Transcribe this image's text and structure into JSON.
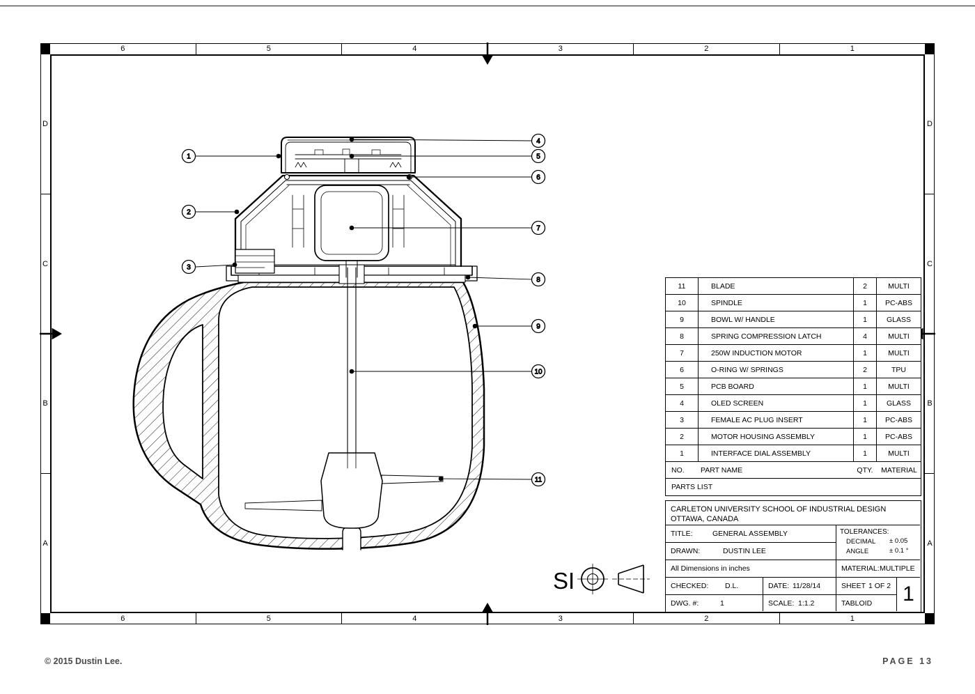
{
  "page": {
    "copyright": "© 2015 Dustin Lee.",
    "page_number": "PAGE 13"
  },
  "zones": {
    "columns": [
      "6",
      "5",
      "4",
      "3",
      "2",
      "1"
    ],
    "rows": [
      "D",
      "C",
      "B",
      "A"
    ]
  },
  "callouts": [
    "1",
    "2",
    "3",
    "4",
    "5",
    "6",
    "7",
    "8",
    "9",
    "10",
    "11"
  ],
  "parts_list": {
    "label": "PARTS LIST",
    "headers": {
      "no": "NO.",
      "name": "PART NAME",
      "qty": "QTY.",
      "material": "MATERIAL"
    },
    "rows": [
      {
        "no": "11",
        "name": "BLADE",
        "qty": "2",
        "material": "MULTI"
      },
      {
        "no": "10",
        "name": "SPINDLE",
        "qty": "1",
        "material": "PC-ABS"
      },
      {
        "no": "9",
        "name": "BOWL W/ HANDLE",
        "qty": "1",
        "material": "GLASS"
      },
      {
        "no": "8",
        "name": "SPRING COMPRESSION LATCH",
        "qty": "4",
        "material": "MULTI"
      },
      {
        "no": "7",
        "name": "250W INDUCTION MOTOR",
        "qty": "1",
        "material": "MULTI"
      },
      {
        "no": "6",
        "name": "O-RING W/ SPRINGS",
        "qty": "2",
        "material": "TPU"
      },
      {
        "no": "5",
        "name": "PCB BOARD",
        "qty": "1",
        "material": "MULTI"
      },
      {
        "no": "4",
        "name": "OLED SCREEN",
        "qty": "1",
        "material": "GLASS"
      },
      {
        "no": "3",
        "name": "FEMALE AC PLUG INSERT",
        "qty": "1",
        "material": "PC-ABS"
      },
      {
        "no": "2",
        "name": "MOTOR HOUSING ASSEMBLY",
        "qty": "1",
        "material": "PC-ABS"
      },
      {
        "no": "1",
        "name": "INTERFACE DIAL ASSEMBLY",
        "qty": "1",
        "material": "MULTI"
      }
    ]
  },
  "title_block": {
    "company_line1": "CARLETON UNIVERSITY SCHOOL OF INDUSTRIAL DESIGN",
    "company_line2": "OTTAWA, CANADA",
    "title_label": "TITLE:",
    "title_value": "GENERAL ASSEMBLY",
    "drawn_label": "DRAWN:",
    "drawn_value": "DUSTIN LEE",
    "tolerances_label": "TOLERANCES:",
    "decimal_label": "DECIMAL",
    "decimal_value": "± 0.05",
    "angle_label": "ANGLE",
    "angle_value": "± 0.1 °",
    "dimensions_note": "All Dimensions in inches",
    "material_label": "MATERIAL:",
    "material_value": "MULTIPLE",
    "checked_label": "CHECKED:",
    "checked_value": "D.L.",
    "date_label": "DATE:",
    "date_value": "11/28/14",
    "sheet_label": "SHEET",
    "sheet_value": "1 OF 2",
    "sheet_number": "1",
    "dwg_label": "DWG. #:",
    "dwg_value": "1",
    "scale_label": "SCALE:",
    "scale_value": "1:1.2",
    "size_value": "TABLOID"
  },
  "projection": {
    "logo_text": "SI"
  }
}
